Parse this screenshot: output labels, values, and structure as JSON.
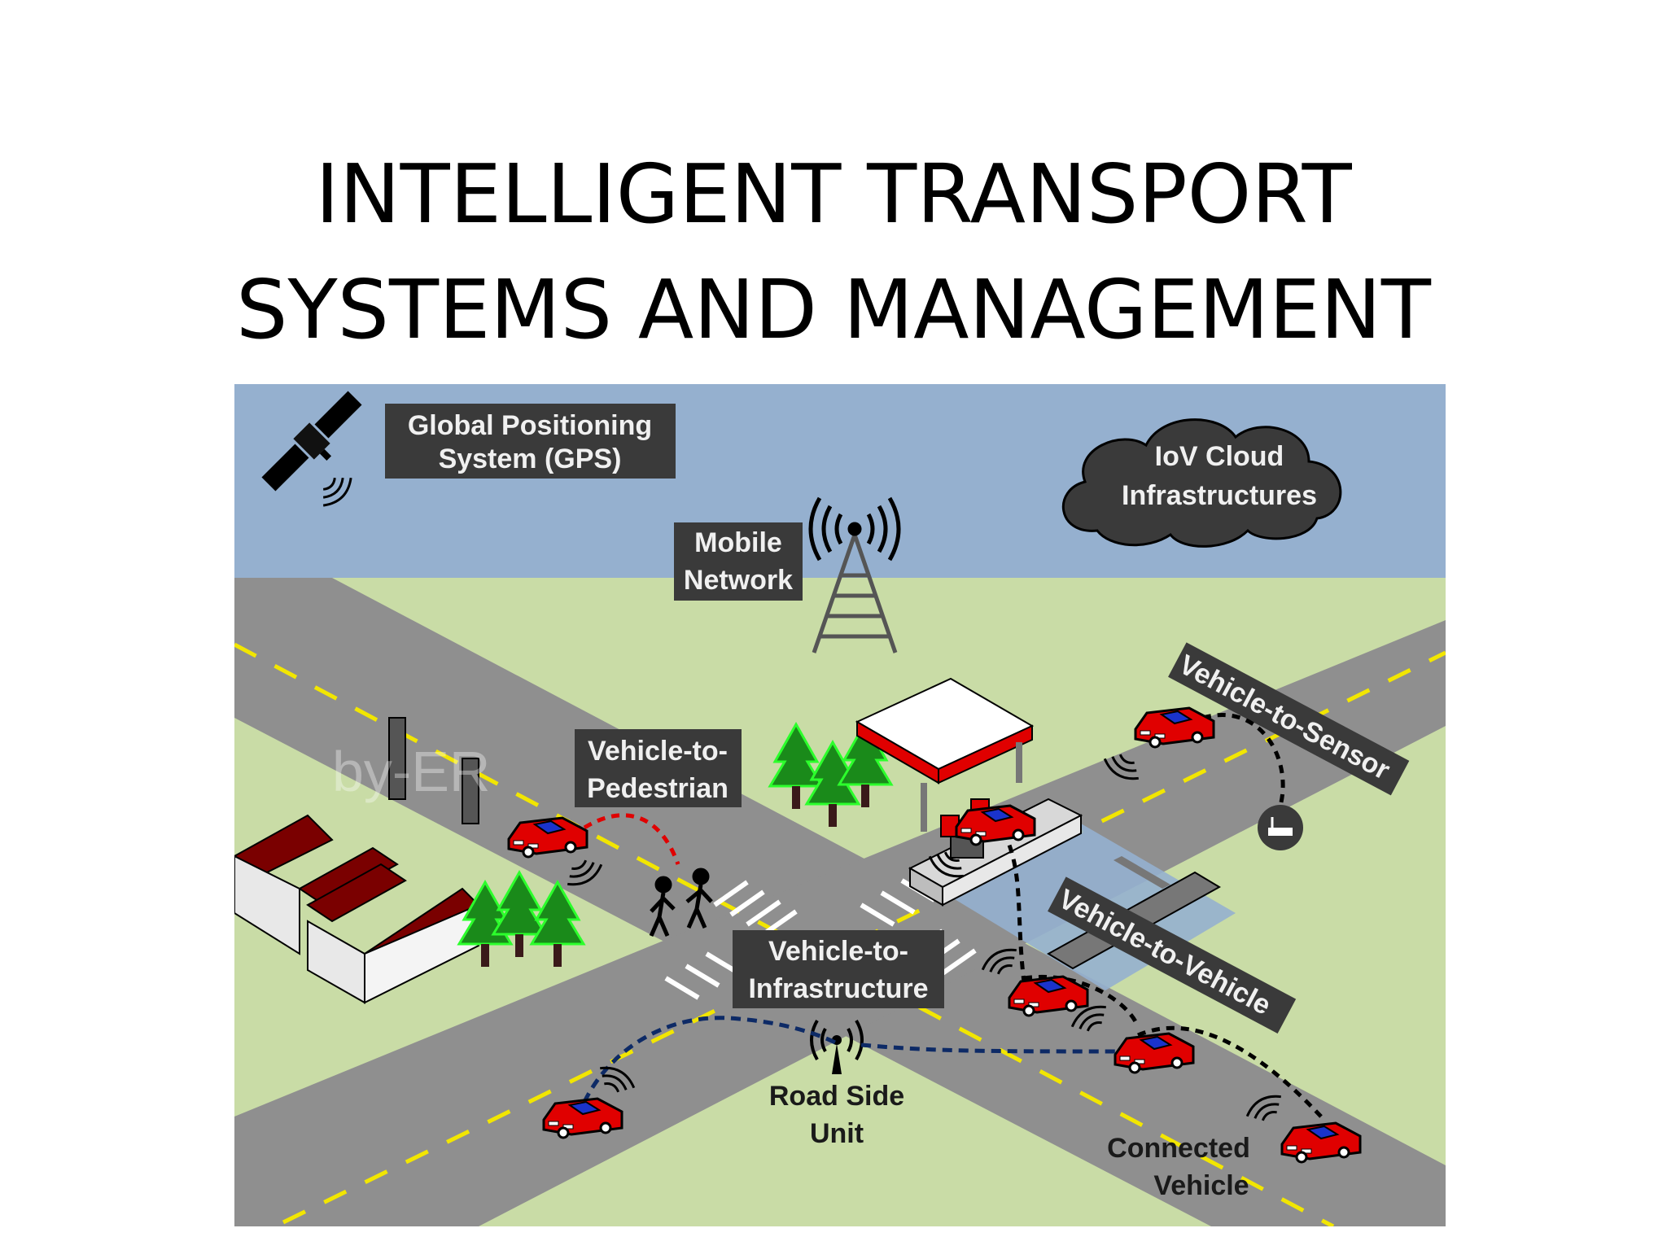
{
  "slide": {
    "title_line1": "INTELLIGENT TRANSPORT",
    "title_line2": "SYSTEMS AND MANAGEMENT"
  },
  "diagram": {
    "labels": {
      "gps": [
        "Global Positioning",
        "System (GPS)"
      ],
      "cloud": [
        "IoV Cloud",
        "Infrastructures"
      ],
      "mobile": [
        "Mobile",
        "Network"
      ],
      "v2p": [
        "Vehicle-to-",
        "Pedestrian"
      ],
      "v2s": "Vehicle-to-Sensor",
      "v2i": [
        "Vehicle-to-",
        "Infrastructure"
      ],
      "v2v": "Vehicle-to-Vehicle",
      "rsu": [
        "Road Side",
        "Unit"
      ],
      "connected": [
        "Connected",
        "Vehicle"
      ]
    },
    "watermark": "by-ER",
    "icons": [
      "satellite-icon",
      "cell-tower-icon",
      "cloud-icon",
      "factory-icon",
      "gas-station-icon",
      "tree-icon",
      "pedestrian-icon",
      "car-icon",
      "road-side-unit-icon",
      "router-icon",
      "airport-icon",
      "signal-waves-icon"
    ],
    "colors": {
      "sky": "#95b0cf",
      "grass": "#c9dca6",
      "road": "#8f8f8f",
      "lane_marking": "#f2e600",
      "car_body": "#e00000",
      "car_window": "#1a33cc",
      "tree": "#1a8a1a",
      "v2p_link": "#e00000",
      "v2i_link": "#0d2a66",
      "v2v_link": "#000000",
      "label_box": "#3a3a3a"
    }
  }
}
